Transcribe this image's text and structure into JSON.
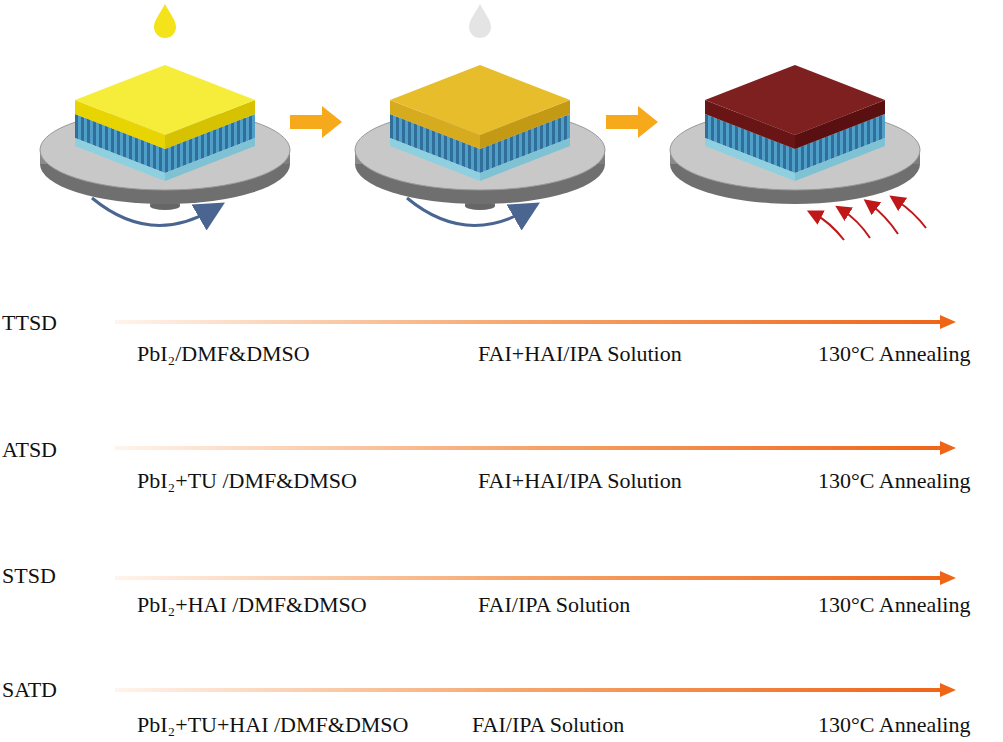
{
  "diagram": {
    "labels": [
      "TTSD",
      "PbI₂/DMF&DMSO",
      "FAI+HAI/IPA Solution",
      "130°C Annealing",
      "ATSD",
      "PbI₂+TU /DMF&DMSO",
      "FAI+HAI/IPA Solution",
      "130°C Annealing",
      "STSD",
      "PbI₂+HAI /DMF&DMSO",
      "FAI/IPA Solution",
      "130°C Annealing",
      "SATD",
      "PbI₂+TU+HAI /DMF&DMSO",
      "FAI/IPA Solution",
      "130°C Annealing"
    ]
  }
}
